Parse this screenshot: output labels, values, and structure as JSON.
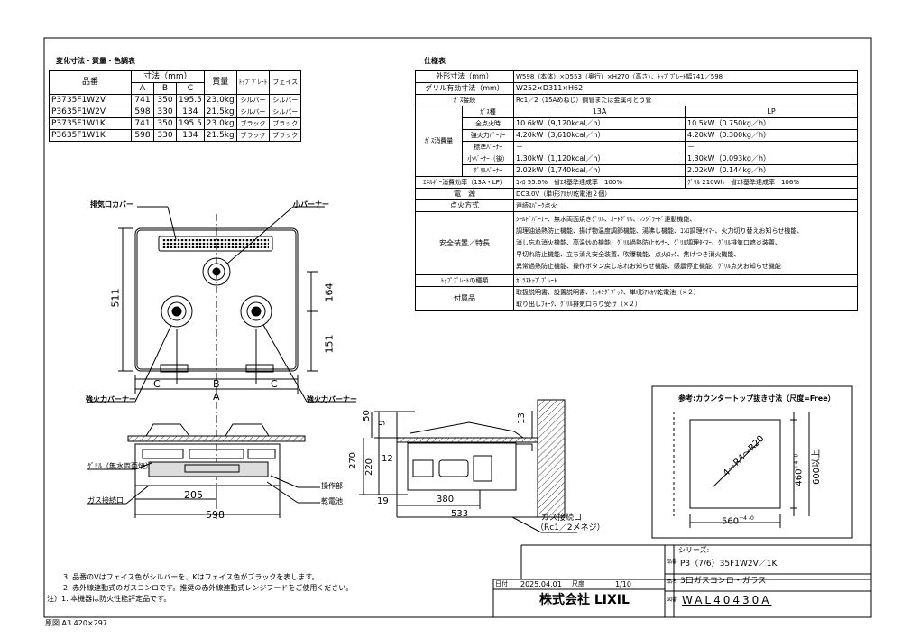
{
  "dims_table": {
    "title": "変化寸法・質量・色調表",
    "head_model": "品番",
    "head_dims": "寸法（mm）",
    "head_cols": [
      "A",
      "B",
      "C"
    ],
    "head_mass": "質量",
    "head_top": "ﾄｯﾌﾟﾌﾟﾚｰﾄ",
    "head_face": "フェイス",
    "rows": [
      {
        "model": "P3735F1W2V",
        "a": "741",
        "b": "350",
        "c": "195.5",
        "mass": "23.0kg",
        "top": "シルバー",
        "face": "シルバー"
      },
      {
        "model": "P3635F1W2V",
        "a": "598",
        "b": "330",
        "c": "134",
        "mass": "21.5kg",
        "top": "シルバー",
        "face": "シルバー"
      },
      {
        "model": "P3735F1W1K",
        "a": "741",
        "b": "350",
        "c": "195.5",
        "mass": "23.0kg",
        "top": "ブラック",
        "face": "ブラック"
      },
      {
        "model": "P3635F1W1K",
        "a": "598",
        "b": "330",
        "c": "134",
        "mass": "21.5kg",
        "top": "ブラック",
        "face": "ブラック"
      }
    ]
  },
  "spec_table": {
    "title": "仕様表",
    "outer_label": "外形寸法（mm）",
    "outer_value": "W598（本体）×D553（奥行）×H270（高さ）、ﾄｯﾌﾟﾌﾟﾚｰﾄ幅741／598",
    "grill_label": "グリル有効寸法（mm）",
    "grill_value": "W252×D311×H62",
    "gasconn_label": "ｶﾞｽ接続",
    "gasconn_value": "Rc1／2（15Aめねじ）鋼管または金属可とう管",
    "consumption_label": "ｶﾞｽ消費量",
    "gastype_label": "ｶﾞｽ種",
    "gas_13a": "13A",
    "gas_lp": "LP",
    "rows": [
      {
        "label": "全点火時",
        "v13a": "10.6kW（9,120kcal／h）",
        "vlp": "10.5kW（0.750kg／h）"
      },
      {
        "label": "強火力ﾊﾞｰﾅｰ",
        "v13a": "4.20kW（3,610kcal／h）",
        "vlp": "4.20kW（0.300kg／h）"
      },
      {
        "label": "標準ﾊﾞｰﾅｰ",
        "v13a": "－",
        "vlp": "－"
      },
      {
        "label": "小ﾊﾞｰﾅｰ（後）",
        "v13a": "1.30kW（1,120kcal／h）",
        "vlp": "1.30kW（0.093kg／h）"
      },
      {
        "label": "ｸﾞﾘﾙﾊﾞｰﾅｰ",
        "v13a": "2.02kW（1,740kcal／h）",
        "vlp": "2.02kW（0.144kg／h）"
      }
    ],
    "energy_label": "ｴﾈﾙｷﾞｰ消費効率（13A・LP）",
    "energy_konro": "ｺﾝﾛ",
    "energy_konro_value": "55.6%　省ｴﾈ基準達成率　100%",
    "energy_grill": "ｸﾞﾘﾙ",
    "energy_grill_value": "210Wh　省ｴﾈ基準達成率　106%",
    "power_label": "電　源",
    "power_value": "DC3.0V（単Ⅰ形ｱﾙｶﾘ乾電池２個）",
    "ignition_label": "点火方式",
    "ignition_value": "連続ｽﾊﾟｰｸ点火",
    "safety_label": "安全装置／特長",
    "safety_lines": [
      "ｼｰﾙﾄﾞﾊﾞｰﾅｰ、無水両面焼きｸﾞﾘﾙ、ｵｰﾄｸﾞﾘﾙ、ﾚﾝｼﾞﾌｰﾄﾞ連動機能、",
      "調理油過熱防止機能、揚げ物温度調節機能、湯沸し機能、ｺﾝﾛ調理ﾀｲﾏｰ、火力切り替えお知らせ機能、",
      "消し忘れ消火機能、高温炒め機能、ｸﾞﾘﾙ過熱防止ｾﾝｻｰ、ｸﾞﾘﾙ調理ﾀｲﾏｰ、ｸﾞﾘﾙ排気口遮炎装置、",
      "早切れ防止機能、立ち消え安全装置、吹曝機能、点火ﾛｯｸ、焦げつき消火機能、",
      "異常過熱防止機能、操作ボタン戻し忘れお知らせ機能、感震停止機能、ｸﾞﾘﾙ点火お知らせ機能"
    ],
    "topplate_label": "ﾄｯﾌﾟﾌﾟﾚｰﾄの種類",
    "topplate_value": "ｶﾞﾗｽﾄｯﾌﾟﾌﾟﾚｰﾄ",
    "acc_label": "付属品",
    "acc_lines": [
      "取扱説明書、設置説明書、ｸｯｷﾝｸﾞﾌﾞｯｸ、単Ⅰ形ｱﾙｶﾘ乾電池（×２）",
      "取り出しﾌｫｰｸ、ｸﾞﾘﾙ排気口ちり受け（×２）"
    ]
  },
  "top_view": {
    "exhaust_cover": "排気口カバー",
    "small_burner": "小バーナー",
    "strong_left": "強火力バーナー",
    "strong_right": "強火力バーナー",
    "dim_511": "511",
    "dim_164": "164",
    "dim_151": "151",
    "dim_a": "A",
    "dim_b": "B",
    "dim_c1": "C",
    "dim_c2": "C"
  },
  "front_view": {
    "grill_label": "ｸﾞﾘﾙ（無水両面焼）",
    "gas_conn": "ガス接続口",
    "control": "操作部",
    "battery": "乾電池",
    "dim_205": "205",
    "dim_598": "598"
  },
  "side_view": {
    "dim_50": "50",
    "dim_9": "9",
    "dim_13": "13",
    "dim_270": "270",
    "dim_220": "220",
    "dim_12": "12",
    "dim_19": "19",
    "dim_380": "380",
    "dim_533": "533",
    "gas_conn_label": "ガス接続口",
    "gas_conn_spec": "（Rc1／2メネジ）"
  },
  "cutout": {
    "title": "参考:カウンタートップ抜き寸法（尺度=Free）",
    "radius": "4－R4～R20",
    "dim_460": "460",
    "dim_460_tol": "+4 -0",
    "dim_600": "600以上",
    "dim_560": "560",
    "dim_560_tol": "+4 -0"
  },
  "notes": {
    "n3": "3. 品番のVはフェイス色がシルバーを、Kはフェイス色がブラックを表します。",
    "n2": "2. 赤外線連動式のガスコンロです。推奨の赤外線連動式レンジフードをご使用ください。",
    "n1": "注）1. 本機器は防火性能評定品です。",
    "paper": "原図 A3 420×297"
  },
  "title_block": {
    "series_label": "シリーズ:",
    "model": "P3（7/6）35F1W2V／1K",
    "name": "3口ガスコンロ・ガラス",
    "drawing_no": "WAL40430A",
    "date_label": "日付",
    "date": "2025.04.01",
    "scale_label": "尺度",
    "scale": "1/10",
    "company": "株式会社 LIXIL",
    "side1": "品番",
    "side2": "品名",
    "side3": "図番"
  },
  "colors": {
    "line": "#000000",
    "hatch": "#444444",
    "paper": "#ffffff"
  }
}
